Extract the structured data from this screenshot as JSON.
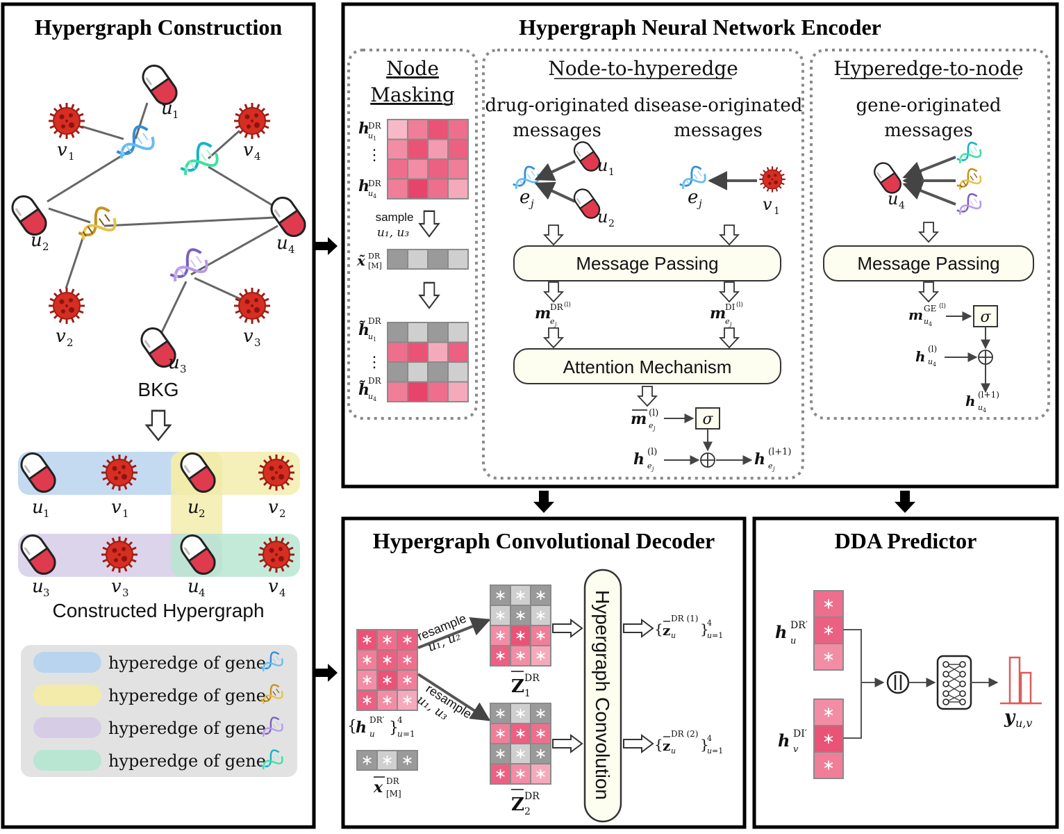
{
  "panels": {
    "construction": {
      "title": "Hypergraph Construction",
      "bkg_label": "BKG",
      "constructed_label": "Constructed Hypergraph",
      "nodes": {
        "u1": "u",
        "v1": "v",
        "v4": "v",
        "u2": "u",
        "u4": "u",
        "v2": "v",
        "v3": "v",
        "u3": "u"
      },
      "legend": [
        {
          "label": "hyperedge of gene",
          "color": "#b9d4ee",
          "gene_color": "#3a9ee0"
        },
        {
          "label": "hyperedge of gene",
          "color": "#f3eba9",
          "gene_color": "#c99a1e"
        },
        {
          "label": "hyperedge of gene",
          "color": "#d6cce6",
          "gene_color": "#9a7bc9"
        },
        {
          "label": "hyperedge of gene",
          "color": "#b8e6d2",
          "gene_color": "#1cc0a8"
        }
      ],
      "hyperedge_labels": [
        "u",
        "v",
        "u",
        "v",
        "u",
        "v",
        "u",
        "v"
      ],
      "hyperedge_subs": [
        "1",
        "1",
        "2",
        "2",
        "3",
        "3",
        "4",
        "4"
      ]
    },
    "encoder": {
      "title": "Hypergraph Neural Network Encoder",
      "masking": {
        "title_line1": "Node",
        "title_line2": "Masking",
        "sample_word": "sample",
        "sample_nodes": "u₁, u₃"
      },
      "n2h": {
        "title": "Node-to-hyperedge",
        "drug_line1": "drug-originated",
        "drug_line2": "messages",
        "disease_line1": "disease-originated",
        "disease_line2": "messages",
        "message_passing": "Message Passing",
        "attention": "Attention Mechanism",
        "sigma": "σ"
      },
      "h2n": {
        "title": "Hyperedge-to-node",
        "gene_line1": "gene-originated",
        "gene_line2": "messages",
        "message_passing": "Message Passing",
        "sigma": "σ"
      }
    },
    "decoder": {
      "title": "Hypergraph Convolutional Decoder",
      "resample1": "resample",
      "resample1_nodes": "u₁, u₂",
      "resample2": "resample",
      "resample2_nodes": "u₁, u₃",
      "conv_label": "Hypergraph Convolution"
    },
    "predictor": {
      "title": "DDA Predictor"
    }
  },
  "colors": {
    "pill_red": "#e03a4f",
    "virus_red": "#d62e22",
    "heat_dark": "#e8436a",
    "heat_mid": "#f07c97",
    "heat_light": "#f8b9c8",
    "gray_dark": "#9a9a9a",
    "gray_light": "#cfcfcf",
    "box_fill": "#fdfdf0"
  },
  "heatmaps": {
    "mask_top": [
      [
        0.2,
        0.6,
        0.9,
        0.7
      ],
      [
        0.5,
        0.9,
        0.4,
        0.8
      ],
      [
        0.7,
        0.5,
        0.8,
        0.6
      ],
      [
        0.6,
        1.0,
        0.7,
        0.3
      ]
    ],
    "mask_bottom": [
      [
        0,
        0,
        0,
        0
      ],
      [
        0.7,
        0.9,
        0.3,
        0.8
      ],
      [
        0,
        0,
        0,
        0
      ],
      [
        0.6,
        1.0,
        0.7,
        0.3
      ]
    ],
    "dec_input": [
      [
        0.9,
        0.7,
        0.8
      ],
      [
        0.6,
        0.8,
        0.7
      ],
      [
        0.5,
        0.9,
        0.6
      ],
      [
        0.8,
        0.5,
        0.3
      ]
    ],
    "z1": [
      [
        0,
        0,
        0
      ],
      [
        0,
        0,
        0
      ],
      [
        0.5,
        0.9,
        0.6
      ],
      [
        0.8,
        0.5,
        0.3
      ]
    ],
    "z2": [
      [
        0,
        0,
        0
      ],
      [
        0.6,
        0.8,
        0.7
      ],
      [
        0,
        0,
        0
      ],
      [
        0.8,
        0.5,
        0.3
      ]
    ],
    "pred_u": [
      0.7,
      0.8,
      0.5
    ],
    "pred_v": [
      0.5,
      0.9,
      0.6
    ]
  }
}
